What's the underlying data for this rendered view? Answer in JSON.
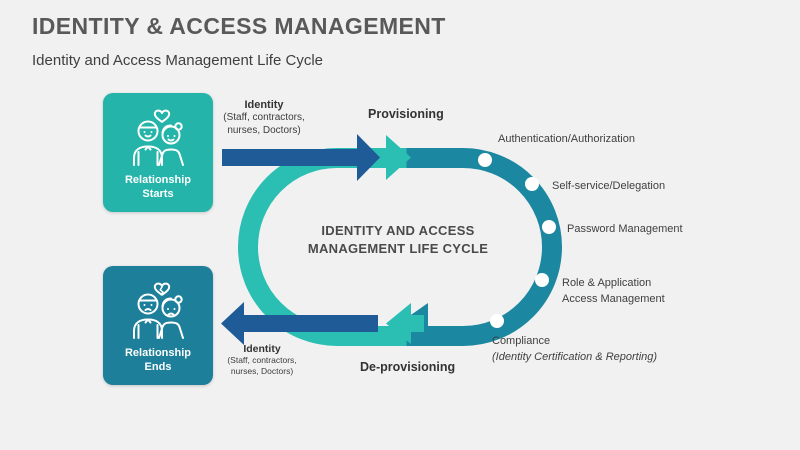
{
  "slide": {
    "title": "IDENTITY & ACCESS MANAGEMENT",
    "subtitle": "Identity and Access Management Life Cycle"
  },
  "diagram": {
    "center_title": {
      "line1": "IDENTITY AND ACCESS",
      "line2": "MANAGEMENT LIFE CYCLE"
    },
    "relationship_start_box": {
      "line1": "Relationship",
      "line2": "Starts"
    },
    "relationship_end_box": {
      "line1": "Relationship",
      "line2": "Ends"
    },
    "top_identity": {
      "title": "Identity",
      "sub1": "(Staff, contractors,",
      "sub2": "nurses, Doctors)"
    },
    "bottom_identity": {
      "title": "Identity",
      "sub1": "(Staff, contractors,",
      "sub2": "nurses, Doctors)"
    },
    "provisioning_label": "Provisioning",
    "deprovisioning_label": "De-provisioning",
    "right_labels": [
      {
        "line1": "Authentication/Authorization",
        "line2": ""
      },
      {
        "line1": "Self-service/Delegation",
        "line2": ""
      },
      {
        "line1": "Password Management",
        "line2": ""
      },
      {
        "line1": "Role & Application",
        "line2": "Access Management"
      },
      {
        "line1": "Compliance",
        "line2": "(Identity Certification & Reporting)"
      }
    ],
    "colors": {
      "teal": "#2abfb2",
      "dark_teal": "#1b87a0",
      "blue": "#1e5b97",
      "box_teal": "#25b4aa",
      "box_dark_teal": "#1d7f99",
      "background": "#f1f1f2",
      "text": "#595959"
    }
  }
}
